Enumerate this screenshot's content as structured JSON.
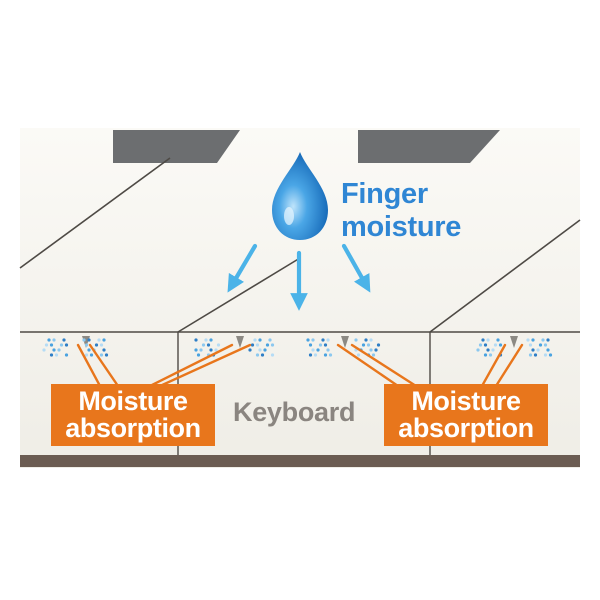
{
  "labels": {
    "finger_line1": "Finger",
    "finger_line2": "moisture",
    "keyboard": "Keyboard",
    "absorption_left_line1": "Moisture",
    "absorption_left_line2": "absorption",
    "absorption_right_line1": "Moisture",
    "absorption_right_line2": "absorption"
  },
  "colors": {
    "background_panel": "#f3f2ec",
    "key_top_dark": "#6c6e70",
    "edge_line": "#4e4a45",
    "bottom_bar": "#6b5c52",
    "drop_blue": "#2e86cf",
    "arrow_blue": "#4bb3e8",
    "text_blue": "#2f86d4",
    "absorption_orange": "#e8761c",
    "keyboard_text": "#8a8580"
  },
  "icons": {
    "drop": "water-drop-icon",
    "arrow": "arrow-down-icon",
    "dots": "moisture-dots-icon"
  }
}
